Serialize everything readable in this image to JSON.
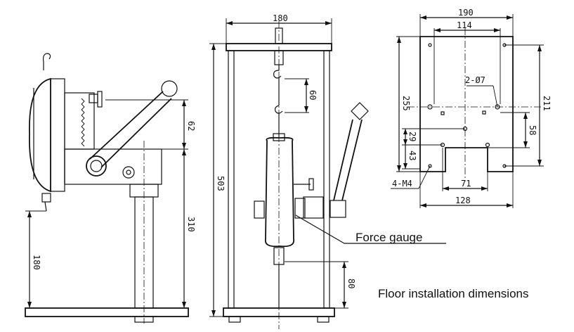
{
  "dimensions": {
    "side": {
      "height_62": "62",
      "height_310": "310",
      "height_180": "180"
    },
    "front": {
      "width_180": "180",
      "height_503": "503",
      "gap_60": "60",
      "height_80": "80"
    },
    "base": {
      "width_190": "190",
      "width_114": "114",
      "height_255": "255",
      "height_211": "211",
      "holes": "2-Ø7",
      "dim_58": "58",
      "dim_29": "29",
      "dim_43": "43",
      "dim_71": "71",
      "dim_128": "128",
      "mount": "4-M4"
    }
  },
  "labels": {
    "force_gauge": "Force gauge",
    "floor_installation": "Floor installation dimensions"
  }
}
